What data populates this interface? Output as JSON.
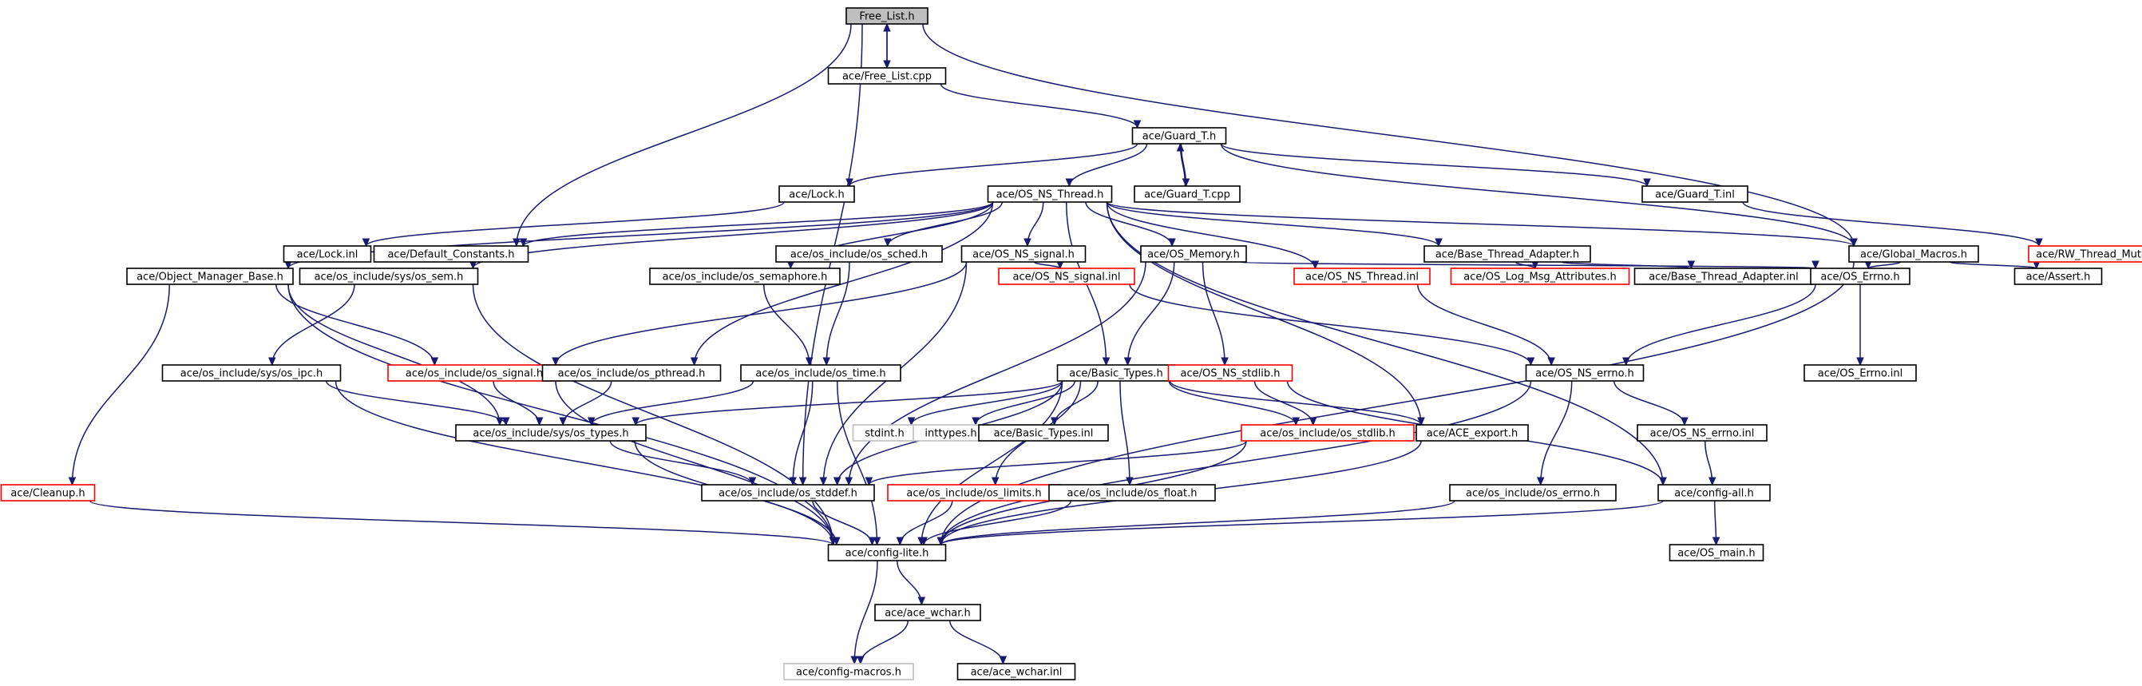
{
  "nodes": [
    {
      "id": "free_list_h",
      "label": "Free_List.h",
      "kind": "root"
    },
    {
      "id": "free_list_cpp",
      "label": "ace/Free_List.cpp",
      "kind": "normal"
    },
    {
      "id": "guard_t_h",
      "label": "ace/Guard_T.h",
      "kind": "normal"
    },
    {
      "id": "lock_h",
      "label": "ace/Lock.h",
      "kind": "normal"
    },
    {
      "id": "os_ns_thread_h",
      "label": "ace/OS_NS_Thread.h",
      "kind": "normal"
    },
    {
      "id": "guard_t_cpp",
      "label": "ace/Guard_T.cpp",
      "kind": "normal"
    },
    {
      "id": "guard_t_inl",
      "label": "ace/Guard_T.inl",
      "kind": "normal"
    },
    {
      "id": "lock_inl",
      "label": "ace/Lock.inl",
      "kind": "normal"
    },
    {
      "id": "default_constants_h",
      "label": "ace/Default_Constants.h",
      "kind": "normal"
    },
    {
      "id": "os_sched_h",
      "label": "ace/os_include/os_sched.h",
      "kind": "normal"
    },
    {
      "id": "os_ns_signal_h",
      "label": "ace/OS_NS_signal.h",
      "kind": "normal"
    },
    {
      "id": "os_memory_h",
      "label": "ace/OS_Memory.h",
      "kind": "normal"
    },
    {
      "id": "base_thread_adapter_h",
      "label": "ace/Base_Thread_Adapter.h",
      "kind": "normal"
    },
    {
      "id": "global_macros_h",
      "label": "ace/Global_Macros.h",
      "kind": "normal"
    },
    {
      "id": "rw_thread_mutex_h",
      "label": "ace/RW_Thread_Mutex.h",
      "kind": "red"
    },
    {
      "id": "object_manager_base_h",
      "label": "ace/Object_Manager_Base.h",
      "kind": "normal"
    },
    {
      "id": "sys_os_sem_h",
      "label": "ace/os_include/sys/os_sem.h",
      "kind": "normal"
    },
    {
      "id": "os_semaphore_h",
      "label": "ace/os_include/os_semaphore.h",
      "kind": "normal"
    },
    {
      "id": "os_ns_signal_inl",
      "label": "ace/OS_NS_signal.inl",
      "kind": "red"
    },
    {
      "id": "os_ns_thread_inl",
      "label": "ace/OS_NS_Thread.inl",
      "kind": "red"
    },
    {
      "id": "os_log_msg_attributes_h",
      "label": "ace/OS_Log_Msg_Attributes.h",
      "kind": "red"
    },
    {
      "id": "base_thread_adapter_inl",
      "label": "ace/Base_Thread_Adapter.inl",
      "kind": "normal"
    },
    {
      "id": "os_errno_h",
      "label": "ace/OS_Errno.h",
      "kind": "normal"
    },
    {
      "id": "assert_h",
      "label": "ace/Assert.h",
      "kind": "normal"
    },
    {
      "id": "sys_os_ipc_h",
      "label": "ace/os_include/sys/os_ipc.h",
      "kind": "normal"
    },
    {
      "id": "os_signal_h",
      "label": "ace/os_include/os_signal.h",
      "kind": "red"
    },
    {
      "id": "os_pthread_h",
      "label": "ace/os_include/os_pthread.h",
      "kind": "normal"
    },
    {
      "id": "os_time_h",
      "label": "ace/os_include/os_time.h",
      "kind": "normal"
    },
    {
      "id": "basic_types_h",
      "label": "ace/Basic_Types.h",
      "kind": "normal"
    },
    {
      "id": "os_ns_stdlib_h",
      "label": "ace/OS_NS_stdlib.h",
      "kind": "red"
    },
    {
      "id": "os_ns_errno_h",
      "label": "ace/OS_NS_errno.h",
      "kind": "normal"
    },
    {
      "id": "os_errno_inl",
      "label": "ace/OS_Errno.inl",
      "kind": "normal"
    },
    {
      "id": "sys_os_types_h",
      "label": "ace/os_include/sys/os_types.h",
      "kind": "normal"
    },
    {
      "id": "stdint_h",
      "label": "stdint.h",
      "kind": "gray"
    },
    {
      "id": "inttypes_h",
      "label": "inttypes.h",
      "kind": "gray"
    },
    {
      "id": "basic_types_inl",
      "label": "ace/Basic_Types.inl",
      "kind": "normal"
    },
    {
      "id": "os_stdlib_h",
      "label": "ace/os_include/os_stdlib.h",
      "kind": "red"
    },
    {
      "id": "ace_export_h",
      "label": "ace/ACE_export.h",
      "kind": "normal"
    },
    {
      "id": "os_ns_errno_inl",
      "label": "ace/OS_NS_errno.inl",
      "kind": "normal"
    },
    {
      "id": "cleanup_h",
      "label": "ace/Cleanup.h",
      "kind": "red"
    },
    {
      "id": "os_stddef_h",
      "label": "ace/os_include/os_stddef.h",
      "kind": "normal"
    },
    {
      "id": "os_limits_h",
      "label": "ace/os_include/os_limits.h",
      "kind": "red"
    },
    {
      "id": "os_float_h",
      "label": "ace/os_include/os_float.h",
      "kind": "normal"
    },
    {
      "id": "os_errno_inc_h",
      "label": "ace/os_include/os_errno.h",
      "kind": "normal"
    },
    {
      "id": "config_all_h",
      "label": "ace/config-all.h",
      "kind": "normal"
    },
    {
      "id": "config_lite_h",
      "label": "ace/config-lite.h",
      "kind": "normal"
    },
    {
      "id": "os_main_h",
      "label": "ace/OS_main.h",
      "kind": "normal"
    },
    {
      "id": "ace_wchar_h",
      "label": "ace/ace_wchar.h",
      "kind": "normal"
    },
    {
      "id": "config_macros_h",
      "label": "ace/config-macros.h",
      "kind": "gray"
    },
    {
      "id": "ace_wchar_inl",
      "label": "ace/ace_wchar.inl",
      "kind": "normal"
    }
  ],
  "edges": [
    [
      "free_list_h",
      "free_list_cpp"
    ],
    [
      "free_list_h",
      "default_constants_h"
    ],
    [
      "free_list_h",
      "global_macros_h"
    ],
    [
      "free_list_h",
      "os_stddef_h"
    ],
    [
      "free_list_cpp",
      "free_list_h"
    ],
    [
      "free_list_cpp",
      "guard_t_h"
    ],
    [
      "guard_t_h",
      "lock_h"
    ],
    [
      "guard_t_h",
      "os_ns_thread_h"
    ],
    [
      "guard_t_h",
      "guard_t_cpp"
    ],
    [
      "guard_t_h",
      "guard_t_inl"
    ],
    [
      "guard_t_h",
      "global_macros_h"
    ],
    [
      "guard_t_cpp",
      "guard_t_h"
    ],
    [
      "guard_t_inl",
      "rw_thread_mutex_h"
    ],
    [
      "lock_h",
      "lock_inl"
    ],
    [
      "os_ns_thread_h",
      "default_constants_h"
    ],
    [
      "os_ns_thread_h",
      "object_manager_base_h"
    ],
    [
      "os_ns_thread_h",
      "sys_os_sem_h"
    ],
    [
      "os_ns_thread_h",
      "os_pthread_h"
    ],
    [
      "os_ns_thread_h",
      "os_semaphore_h"
    ],
    [
      "os_ns_thread_h",
      "os_sched_h"
    ],
    [
      "os_ns_thread_h",
      "os_ns_signal_h"
    ],
    [
      "os_ns_thread_h",
      "basic_types_h"
    ],
    [
      "os_ns_thread_h",
      "os_memory_h"
    ],
    [
      "os_ns_thread_h",
      "ace_export_h"
    ],
    [
      "os_ns_thread_h",
      "os_ns_thread_inl"
    ],
    [
      "os_ns_thread_h",
      "base_thread_adapter_h"
    ],
    [
      "os_ns_thread_h",
      "global_macros_h"
    ],
    [
      "os_ns_thread_h",
      "config_all_h"
    ],
    [
      "os_sched_h",
      "os_time_h"
    ],
    [
      "os_ns_signal_h",
      "os_ns_signal_inl"
    ],
    [
      "os_ns_signal_h",
      "os_signal_h"
    ],
    [
      "os_ns_signal_h",
      "os_stddef_h"
    ],
    [
      "os_ns_signal_inl",
      "os_ns_errno_h"
    ],
    [
      "os_memory_h",
      "os_errno_h"
    ],
    [
      "os_memory_h",
      "basic_types_h"
    ],
    [
      "os_memory_h",
      "os_ns_stdlib_h"
    ],
    [
      "os_memory_h",
      "os_stddef_h"
    ],
    [
      "base_thread_adapter_h",
      "os_log_msg_attributes_h"
    ],
    [
      "base_thread_adapter_h",
      "base_thread_adapter_inl"
    ],
    [
      "global_macros_h",
      "os_errno_h"
    ],
    [
      "global_macros_h",
      "assert_h"
    ],
    [
      "global_macros_h",
      "config_lite_h"
    ],
    [
      "os_errno_h",
      "os_errno_inl"
    ],
    [
      "os_errno_h",
      "os_ns_errno_h"
    ],
    [
      "os_ns_thread_inl",
      "os_ns_errno_h"
    ],
    [
      "object_manager_base_h",
      "os_signal_h"
    ],
    [
      "object_manager_base_h",
      "sys_os_types_h"
    ],
    [
      "object_manager_base_h",
      "cleanup_h"
    ],
    [
      "object_manager_base_h",
      "config_lite_h"
    ],
    [
      "sys_os_sem_h",
      "sys_os_ipc_h"
    ],
    [
      "sys_os_sem_h",
      "config_lite_h"
    ],
    [
      "os_semaphore_h",
      "os_time_h"
    ],
    [
      "sys_os_ipc_h",
      "sys_os_types_h"
    ],
    [
      "sys_os_ipc_h",
      "config_lite_h"
    ],
    [
      "os_signal_h",
      "sys_os_types_h"
    ],
    [
      "os_signal_h",
      "config_lite_h"
    ],
    [
      "os_pthread_h",
      "sys_os_types_h"
    ],
    [
      "os_time_h",
      "sys_os_types_h"
    ],
    [
      "os_time_h",
      "os_stddef_h"
    ],
    [
      "os_time_h",
      "config_lite_h"
    ],
    [
      "basic_types_h",
      "sys_os_types_h"
    ],
    [
      "basic_types_h",
      "stdint_h"
    ],
    [
      "basic_types_h",
      "inttypes_h"
    ],
    [
      "basic_types_h",
      "basic_types_inl"
    ],
    [
      "basic_types_h",
      "os_stdlib_h"
    ],
    [
      "basic_types_h",
      "ace_export_h"
    ],
    [
      "basic_types_h",
      "os_limits_h"
    ],
    [
      "basic_types_h",
      "os_float_h"
    ],
    [
      "basic_types_h",
      "os_stddef_h"
    ],
    [
      "basic_types_h",
      "config_lite_h"
    ],
    [
      "os_ns_stdlib_h",
      "os_stdlib_h"
    ],
    [
      "os_ns_stdlib_h",
      "config_all_h"
    ],
    [
      "os_ns_errno_h",
      "os_ns_errno_inl"
    ],
    [
      "os_ns_errno_h",
      "os_errno_inc_h"
    ],
    [
      "os_ns_errno_h",
      "config_lite_h"
    ],
    [
      "os_ns_errno_inl",
      "config_all_h"
    ],
    [
      "sys_os_types_h",
      "os_stddef_h"
    ],
    [
      "sys_os_types_h",
      "config_lite_h"
    ],
    [
      "os_stdlib_h",
      "os_stddef_h"
    ],
    [
      "os_stdlib_h",
      "config_lite_h"
    ],
    [
      "ace_export_h",
      "config_lite_h"
    ],
    [
      "cleanup_h",
      "config_lite_h"
    ],
    [
      "os_stddef_h",
      "config_lite_h"
    ],
    [
      "os_limits_h",
      "config_lite_h"
    ],
    [
      "os_float_h",
      "config_lite_h"
    ],
    [
      "os_errno_inc_h",
      "config_lite_h"
    ],
    [
      "config_all_h",
      "config_lite_h"
    ],
    [
      "config_all_h",
      "os_main_h"
    ],
    [
      "config_lite_h",
      "ace_wchar_h"
    ],
    [
      "config_lite_h",
      "config_macros_h"
    ],
    [
      "ace_wchar_h",
      "config_macros_h"
    ],
    [
      "ace_wchar_h",
      "ace_wchar_inl"
    ]
  ]
}
